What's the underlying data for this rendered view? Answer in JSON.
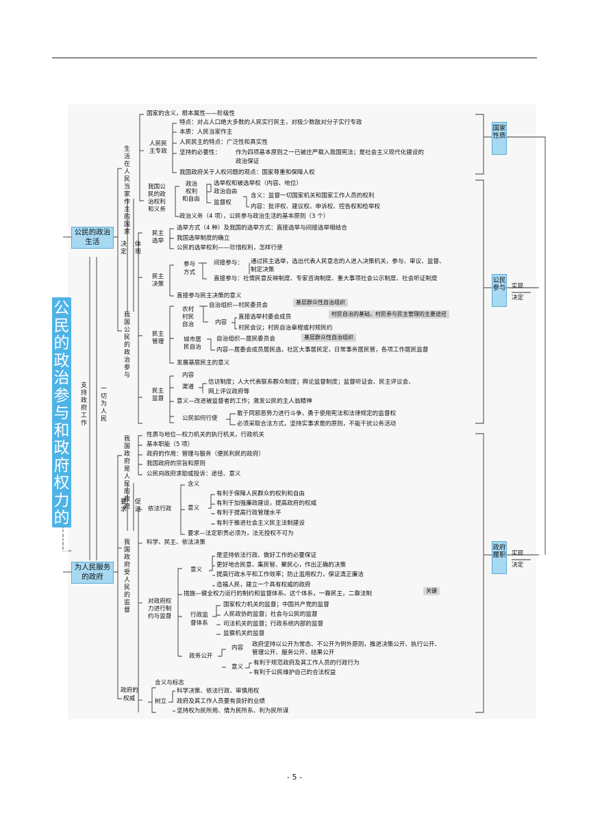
{
  "title": "公民的政治参与和政府权力的运行",
  "page_number": "- 5 -",
  "boxes": {
    "civic_life": "公民的政治生活",
    "gov_serve": "为人民服务的政府",
    "nature": "国家性质",
    "participation": "公民参与",
    "gov_duty": "政府履职"
  },
  "side": {
    "support": "支持政府工作",
    "all_people": "一切为人民",
    "decide": "决定",
    "embody": "体现",
    "require": "要求",
    "promote": "促进",
    "realize1": "实现",
    "decide1": "决定",
    "realize2": "实现",
    "decide2": "决定"
  },
  "cats": {
    "master": "生活在人民当家作主的国家",
    "cp": "我国公民的政治参与",
    "gp": "我国政府是人民的政府",
    "gs": "我国政府受人民的监督",
    "power": "政府的权威"
  },
  "nodes": {
    "s1": "国家的含义，根本属性——阶级性",
    "rmzz_a": "人民民",
    "rmzz_b": "主专政",
    "tedian": "特点：对占人口绝大多数的人民实行民主，对极少数敌对分子实行专政",
    "benzhi": "本质：人民当家作主",
    "rmmz": "人民民主的特点：广泛性和真实性",
    "jianchi": "坚持的必要性：",
    "jianchi_a": "作为四项基本原则之一已被庄严载入我国宪法；是社会主义现代化建设的",
    "jianchi_b": "政治保证",
    "renquan": "我国政府关于人权问题的观点：国家尊重和保障人权",
    "gmqy_a": "我国公",
    "gmqy_b": "民的政",
    "gmqy_c": "治权利",
    "gmqy_d": "和义务",
    "zzql_a": "政治",
    "zzql_b": "权利",
    "zzql_c": "和自由",
    "xjq": "选举权和被选举权（内容、地位）",
    "zzzy": "政治自由",
    "jdq": "监督权",
    "hanyi": "含义：监督一切国家机关和国家工作人员的权利",
    "neirong": "内容：批评权、建议权、申诉权、控告权和检举权",
    "yiwu": "政治义务（4 项），公民参与政治生活的基本原则（3 个）",
    "mzxj_a": "民主",
    "mzxj_b": "选举",
    "xj1": "选举方式（4 种）及我国的选举方式：直接选举与间接选举相结合",
    "xj2": "我国选举制度的确立",
    "xj3": "公民的选举权利——珍惜权利，怎样行使",
    "mzjc_a": "民主",
    "mzjc_b": "决策",
    "cyfs_a": "参与",
    "cyfs_b": "方式",
    "jjcy": "间接参与：",
    "jjcy_a": "通过民主选举，选出代表人民意志的人进入决策机关，参与、审议、监督、",
    "jjcy_b": "制定决策",
    "zjcy": "直接参与：社情民意反映制度、专家咨询制度、重大事项社会公示制度、社会听证制度",
    "zjcy_yy": "直接参与民主决策的意义",
    "mzgl_a": "民主",
    "mzgl_b": "管理",
    "nc_a": "农村",
    "nc_b": "村民",
    "nc_c": "自治",
    "zzzz1": "自治组织—村民委员会",
    "tag1": "基层群众性自治组织",
    "nr": "内容",
    "zjxj": "直接选举村委会成员",
    "tag2": "村民自治的基础，村民参与民主管理的主要途径",
    "cmhy": "村民会议；村民自治章程或村规民约",
    "cs_a": "城市居",
    "cs_b": "民自治",
    "zzzz2": "自治组织—居民委员会",
    "tag3": "基层群众性自治组织",
    "jwh": "内容—居委会成员居民选，社区大事居民定，日常事务居民管，各项工作居民监督",
    "jcmz": "发展基层民主的意义",
    "mzjd_a": "民主",
    "mzjd_b": "监督",
    "jd_nr": "内容",
    "qd": "渠道",
    "qd_a": "信访制度；人大代表联系群众制度；舆论监督制度；监督听证会、民主评议会、",
    "qd_b": "网上评议政府等",
    "jd_yy": "意义—改进被监督者的工作；激发公民的主人翁精神",
    "rhxs": "公民如何行使",
    "rhxs_a": "敢于同邪恶势力进行斗争，勇于使用宪法和法律规定的监督权",
    "rhxs_b": "必须采取合法方式，坚持实事求是的原则，不能干扰公务活动",
    "xzdw": "性质与地位—权力机关的执行机关，行政机关",
    "jbzn": "基本职能（5 项）",
    "zfzy": "政府的作用：管理与服务（便民利民的政府）",
    "zzyz": "我国政府的宗旨和原则",
    "qzts": "公民向政府求助或投诉：途径、意义",
    "yfxz": "依法行政",
    "yfxz_hy": "含义",
    "yfxz_yy": "意义",
    "yfxz1": "有利于保障人民群众的权利和自由",
    "yfxz2": "有利于加强廉政建设，提高政府的权威",
    "yfxz3": "有利于提高行政管理水平",
    "yfxz4": "有利于推进社会主义民主法制建设",
    "yfxz_yq": "要求—法定职责必须为，法无授权不可为",
    "kxmz": "科学、民主、依法决策",
    "zyjd_a": "对政府权",
    "zyjd_b": "力进行制",
    "zyjd_c": "约与监督",
    "jd_yy2": "意义",
    "jd1": "是坚持依法行政、做好工作的必要保证",
    "jd2": "更好地合民意、集民智、聚民心，作出正确的决策",
    "jd3": "提高行政水平和工作效率；防止滥用权力，保证清正廉洁",
    "jd4": "造福人民，建立一个具有权威的政府",
    "cuoshi": "措施—健全权力运行的制约和监督体系。这个体系，一靠民主，二靠法制",
    "tag4": "关键",
    "xzjd_a": "行政监",
    "xzjd_b": "督体系",
    "xz1": "国家权力机关的监督；中国共产党的监督",
    "xz2": "人民政协的监督；社会与公民的监督",
    "xz3": "司法机关的监督；行政系统内部的监督",
    "xz4": "监察机关的监督",
    "zwgk": "政务公开",
    "zw_nr": "内容",
    "zw_nr_a": "政府坚持以公开为常态、不公开为例外原则，推进决策公开、执行公开、",
    "zw_nr_b": "管理公开、服务公开、结果公开",
    "zw_yy": "意义",
    "zw_yy1": "有利于规范政府及其工作人员的行政行为",
    "zw_yy2": "有利于公民维护自己的合法权益",
    "qw_hy": "含义与标志",
    "shuli": "树立",
    "sl1": "科学决策、依法行政、审慎用权",
    "sl2": "政府及其工作人员要有良好的业绩",
    "sl3": "坚持权为民所用、情为民所系、利为民所谋"
  }
}
